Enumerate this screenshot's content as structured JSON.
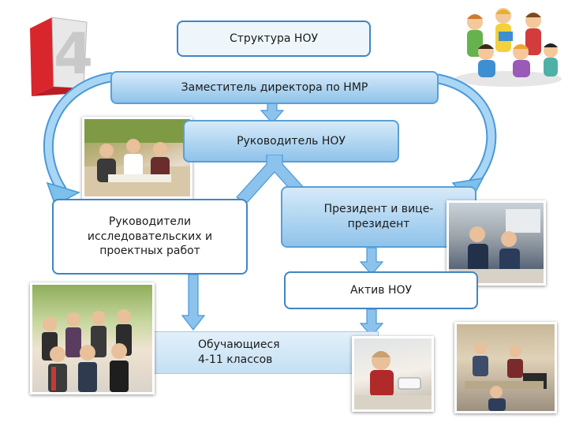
{
  "diagram": {
    "title": "Структура НОУ",
    "deputy": "Заместитель директора по НМР",
    "head": "Руководитель НОУ",
    "supervisors": "Руководители исследовательских и проектных работ",
    "president": "Президент и вице-президент",
    "activists": "Актив НОУ",
    "students": "Обучающиеся 4-11 классов"
  },
  "logo": {
    "number": "4"
  },
  "colors": {
    "box_border": "#3f86c3",
    "arrow_fill": "#8cc3ec",
    "logo_red": "#d8262c"
  }
}
